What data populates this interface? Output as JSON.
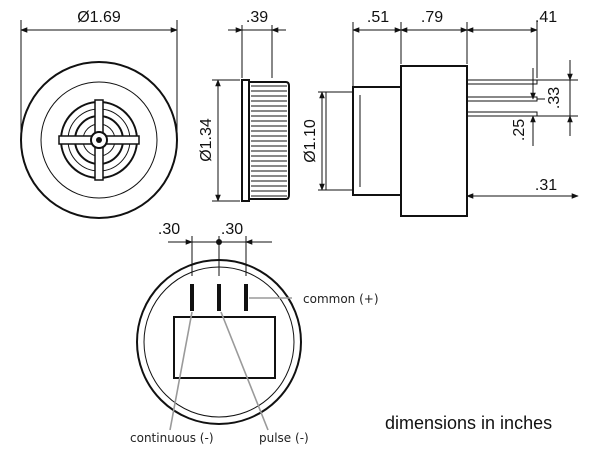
{
  "dimensions": {
    "front_diameter": "Ø1.69",
    "side_depth": ".39",
    "side_diameter": "Ø1.34",
    "rear_diameter": "Ø1.10",
    "length_a": ".51",
    "length_b": ".79",
    "length_c": ".41",
    "pin_spacing_a": ".33",
    "pin_spacing_b": ".25",
    "pin_offset": ".31",
    "bottom_pin_a": ".30",
    "bottom_pin_b": ".30"
  },
  "labels": {
    "common": "common (+)",
    "continuous": "continuous (-)",
    "pulse": "pulse (-)"
  },
  "note": "dimensions in inches"
}
